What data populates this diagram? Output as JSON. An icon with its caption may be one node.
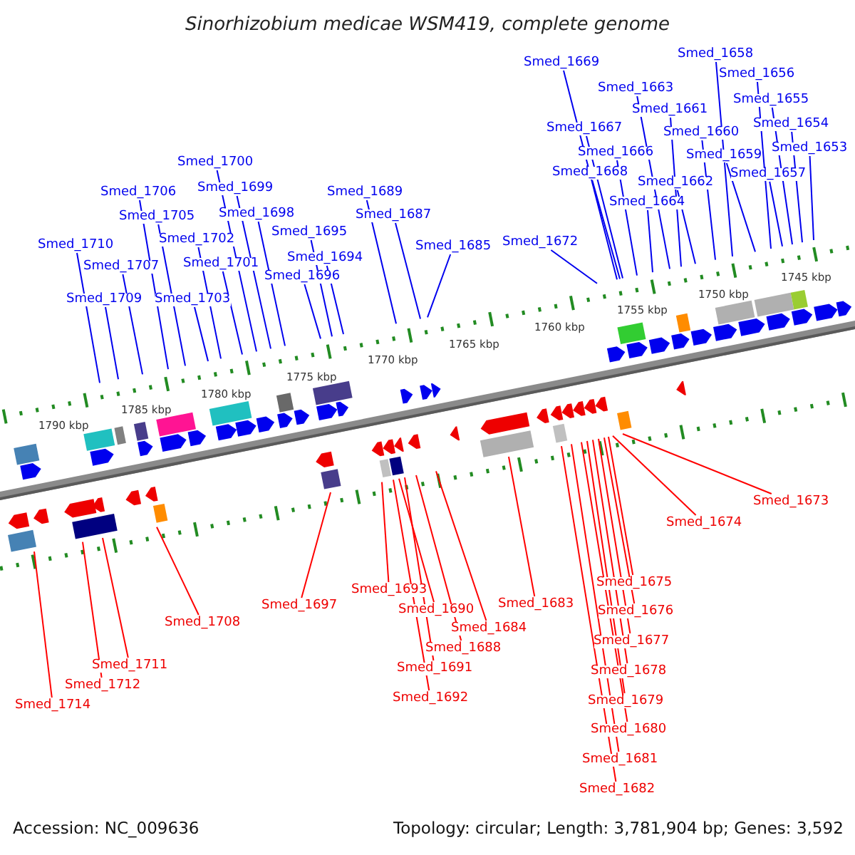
{
  "diagram": {
    "title": "Sinorhizobium medicae WSM419, complete genome",
    "nodes": [
      {
        "text": [
          "Smed_1710"
        ]
      },
      {
        "text": [
          "Smed_1709"
        ]
      },
      {
        "text": [
          "Smed_1707"
        ]
      },
      {
        "text": [
          "Smed_1706"
        ]
      },
      {
        "text": [
          "Smed_1705"
        ]
      },
      {
        "text": [
          "Smed_1703"
        ]
      },
      {
        "text": [
          "Smed_1702"
        ]
      },
      {
        "text": [
          "Smed_1701"
        ]
      },
      {
        "text": [
          "Smed_1700"
        ]
      },
      {
        "text": [
          "Smed_1699"
        ]
      },
      {
        "text": [
          "Smed_1698"
        ]
      },
      {
        "text": [
          "Smed_1696"
        ]
      },
      {
        "text": [
          "Smed_1695"
        ]
      },
      {
        "text": [
          "Smed_1694"
        ]
      },
      {
        "text": [
          "Smed_1689"
        ]
      },
      {
        "text": [
          "Smed_1687"
        ]
      },
      {
        "text": [
          "Smed_1685"
        ]
      },
      {
        "text": [
          "Smed_1672"
        ]
      },
      {
        "text": [
          "Smed_1669"
        ]
      },
      {
        "text": [
          "Smed_1667"
        ]
      },
      {
        "text": [
          "Smed_1668"
        ]
      },
      {
        "text": [
          "Smed_1666"
        ]
      },
      {
        "text": [
          "Smed_1663"
        ]
      },
      {
        "text": [
          "Smed_1664"
        ]
      },
      {
        "text": [
          "Smed_1661"
        ]
      },
      {
        "text": [
          "Smed_1662"
        ]
      },
      {
        "text": [
          "Smed_1660"
        ]
      },
      {
        "text": [
          "Smed_1658"
        ]
      },
      {
        "text": [
          "Smed_1659"
        ]
      },
      {
        "text": [
          "Smed_1656"
        ]
      },
      {
        "text": [
          "Smed_1657"
        ]
      },
      {
        "text": [
          "Smed_1655"
        ]
      },
      {
        "text": [
          "Smed_1654"
        ]
      },
      {
        "text": [
          "Smed_1653"
        ]
      },
      {
        "text": [
          "Smed_1714"
        ]
      },
      {
        "text": [
          "Smed_1712"
        ]
      },
      {
        "text": [
          "Smed_1711"
        ]
      },
      {
        "text": [
          "Smed_1708"
        ]
      },
      {
        "text": [
          "Smed_1697"
        ]
      },
      {
        "text": [
          "Smed_1693"
        ]
      },
      {
        "text": [
          "Smed_1690"
        ]
      },
      {
        "text": [
          "Smed_1684"
        ]
      },
      {
        "text": [
          "Smed_1688"
        ]
      },
      {
        "text": [
          "Smed_1683"
        ]
      },
      {
        "text": [
          "Smed_1691"
        ]
      },
      {
        "text": [
          "Smed_1692"
        ]
      },
      {
        "text": [
          "Smed_1673"
        ]
      },
      {
        "text": [
          "Smed_1674"
        ]
      },
      {
        "text": [
          "Smed_1675"
        ]
      },
      {
        "text": [
          "Smed_1676"
        ]
      },
      {
        "text": [
          "Smed_1677"
        ]
      },
      {
        "text": [
          "Smed_1678"
        ]
      },
      {
        "text": [
          "Smed_1679"
        ]
      },
      {
        "text": [
          "Smed_1680"
        ]
      },
      {
        "text": [
          "Smed_1681"
        ]
      },
      {
        "text": [
          "Smed_1682"
        ]
      }
    ],
    "edges": [
      {
        "from": 0,
        "to": null,
        "arrow": "none"
      },
      {
        "from": 1,
        "to": null,
        "arrow": "none"
      },
      {
        "from": 2,
        "to": null,
        "arrow": "none"
      },
      {
        "from": 3,
        "to": null,
        "arrow": "none"
      },
      {
        "from": 4,
        "to": null,
        "arrow": "none"
      },
      {
        "from": 5,
        "to": null,
        "arrow": "none"
      },
      {
        "from": 6,
        "to": null,
        "arrow": "none"
      },
      {
        "from": 7,
        "to": null,
        "arrow": "none"
      },
      {
        "from": 8,
        "to": null,
        "arrow": "none"
      },
      {
        "from": 9,
        "to": null,
        "arrow": "none"
      },
      {
        "from": 10,
        "to": null,
        "arrow": "none"
      },
      {
        "from": 11,
        "to": null,
        "arrow": "none"
      },
      {
        "from": 12,
        "to": null,
        "arrow": "none"
      },
      {
        "from": 13,
        "to": null,
        "arrow": "none"
      },
      {
        "from": 14,
        "to": null,
        "arrow": "none"
      },
      {
        "from": 15,
        "to": null,
        "arrow": "none"
      },
      {
        "from": 16,
        "to": null,
        "arrow": "none"
      },
      {
        "from": 17,
        "to": null,
        "arrow": "none"
      },
      {
        "from": 18,
        "to": null,
        "arrow": "none"
      },
      {
        "from": 19,
        "to": null,
        "arrow": "none"
      },
      {
        "from": 20,
        "to": null,
        "arrow": "none"
      },
      {
        "from": 21,
        "to": null,
        "arrow": "none"
      },
      {
        "from": 22,
        "to": null,
        "arrow": "none"
      },
      {
        "from": 23,
        "to": null,
        "arrow": "none"
      },
      {
        "from": 24,
        "to": null,
        "arrow": "none"
      },
      {
        "from": 25,
        "to": null,
        "arrow": "none"
      },
      {
        "from": 26,
        "to": null,
        "arrow": "none"
      },
      {
        "from": 27,
        "to": null,
        "arrow": "none"
      },
      {
        "from": 28,
        "to": null,
        "arrow": "none"
      },
      {
        "from": 29,
        "to": null,
        "arrow": "none"
      },
      {
        "from": 30,
        "to": null,
        "arrow": "none"
      },
      {
        "from": 31,
        "to": null,
        "arrow": "none"
      },
      {
        "from": 32,
        "to": null,
        "arrow": "none"
      },
      {
        "from": 33,
        "to": null,
        "arrow": "none"
      },
      {
        "from": 34,
        "to": null,
        "arrow": "none",
        "color": "#ff0000"
      },
      {
        "from": 35,
        "to": null,
        "arrow": "none",
        "color": "#ff0000"
      },
      {
        "from": 36,
        "to": null,
        "arrow": "none",
        "color": "#ff0000"
      },
      {
        "from": 37,
        "to": null,
        "arrow": "none",
        "color": "#ff0000"
      },
      {
        "from": 38,
        "to": null,
        "arrow": "none",
        "color": "#ff0000"
      },
      {
        "from": 39,
        "to": null,
        "arrow": "none",
        "color": "#ff0000"
      },
      {
        "from": 40,
        "to": null,
        "arrow": "none",
        "color": "#ff0000"
      },
      {
        "from": 41,
        "to": null,
        "arrow": "none",
        "color": "#ff0000"
      },
      {
        "from": 42,
        "to": null,
        "arrow": "none",
        "color": "#ff0000"
      },
      {
        "from": 43,
        "to": null,
        "arrow": "none",
        "color": "#ff0000"
      },
      {
        "from": 44,
        "to": null,
        "arrow": "none",
        "color": "#ff0000"
      },
      {
        "from": 45,
        "to": null,
        "arrow": "none",
        "color": "#ff0000"
      },
      {
        "from": 46,
        "to": null,
        "arrow": "none",
        "color": "#ff0000"
      },
      {
        "from": 47,
        "to": null,
        "arrow": "none",
        "color": "#ff0000"
      },
      {
        "from": 48,
        "to": null,
        "arrow": "none",
        "color": "#ff0000"
      },
      {
        "from": 49,
        "to": null,
        "arrow": "none",
        "color": "#ff0000"
      },
      {
        "from": 50,
        "to": null,
        "arrow": "none",
        "color": "#ff0000"
      },
      {
        "from": 51,
        "to": null,
        "arrow": "none",
        "color": "#ff0000"
      },
      {
        "from": 52,
        "to": null,
        "arrow": "none",
        "color": "#ff0000"
      },
      {
        "from": 53,
        "to": null,
        "arrow": "none",
        "color": "#ff0000"
      },
      {
        "from": 54,
        "to": null,
        "arrow": "none",
        "color": "#ff0000"
      },
      {
        "from": 55,
        "to": null,
        "arrow": "none",
        "color": "#ff0000"
      }
    ],
    "labels": [
      "1790 kbp",
      "1785 kbp",
      "1780 kbp",
      "1775 kbp",
      "1770 kbp",
      "1765 kbp",
      "1760 kbp",
      "1755 kbp",
      "1750 kbp",
      "1745 kbp",
      "Accession: NC_009636",
      "Topology: circular; Length: 3,781,904 bp; Genes: 3,592"
    ]
  }
}
